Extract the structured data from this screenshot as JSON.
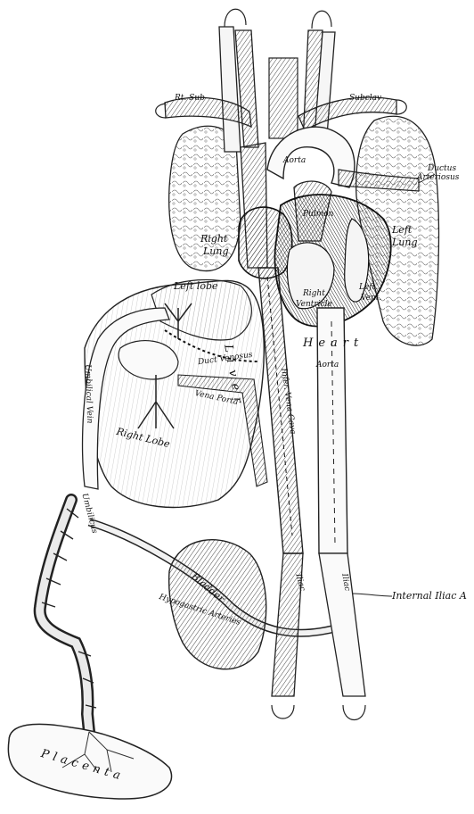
{
  "figure": {
    "labels": {
      "rt_subclavian": "Rt. Sub",
      "subclavian_left": "Subclav",
      "aorta": "Aorta",
      "ductus_arteriosus": "Ductus",
      "ductus_arteriosus_2": "Arteriosus",
      "right_lung": "Right",
      "right_lung_2": "Lung",
      "left_lung": "Left",
      "left_lung_2": "Lung",
      "pulmonary": "Pulmon",
      "right_ventricle": "Right",
      "right_ventricle_2": "Ventricle",
      "left_ventricle": "Left",
      "left_ventricle_2": "Vent.",
      "heart": "Heart",
      "aorta_lower": "Aorta",
      "left_lobe": "Left lobe",
      "right_lobe": "Right Lobe",
      "liver": "Liver",
      "duct_venosus": "Duct Venosus",
      "vena_porta": "Vena Porta",
      "infer_vena_cava": "Infer. Vena Cava",
      "umbilical_vein": "Umbilical Vein",
      "umbilicus": "Umbilicus",
      "bladder": "Bladder",
      "hypogastric_arteries": "Hypogastric Arteries",
      "iliac_right": "Iliac",
      "iliac_left": "Iliac",
      "internal_iliac": "Internal Iliac A",
      "placenta": "Placenta"
    }
  }
}
